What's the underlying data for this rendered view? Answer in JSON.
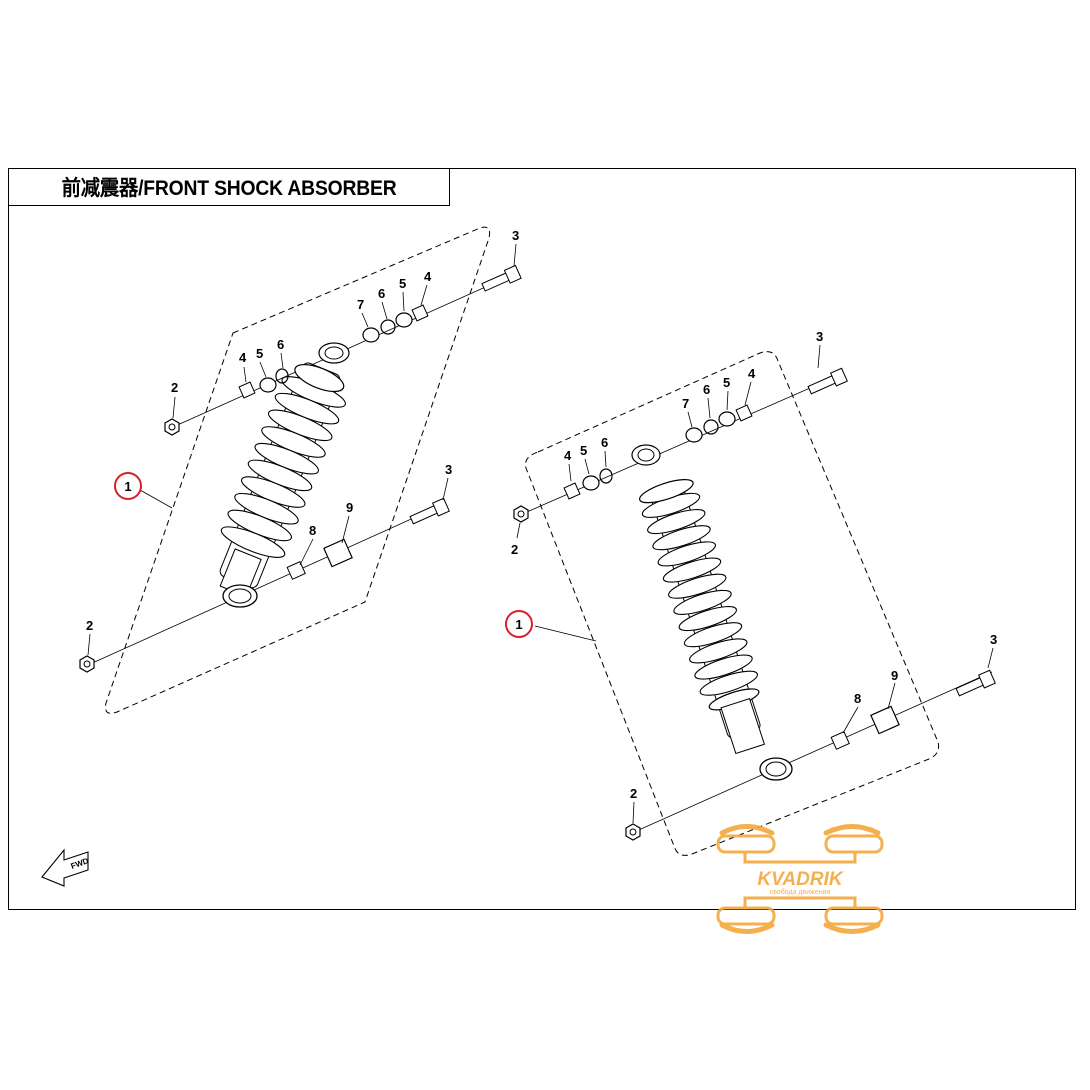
{
  "title": "前减震器/FRONT SHOCK ABSORBER",
  "left_assembly": {
    "callouts": {
      "item_1": "1",
      "item_2_top": "2",
      "item_2_bottom": "2",
      "item_3_top": "3",
      "item_3_bottom": "3",
      "item_4_left": "4",
      "item_4_right": "4",
      "item_5_left": "5",
      "item_5_right": "5",
      "item_6_left": "6",
      "item_6_right": "6",
      "item_7": "7",
      "item_8": "8",
      "item_9": "9"
    }
  },
  "right_assembly": {
    "callouts": {
      "item_1": "1",
      "item_2_top": "2",
      "item_2_bottom": "2",
      "item_3_top": "3",
      "item_3_bottom": "3",
      "item_4_left": "4",
      "item_4_right": "4",
      "item_5_left": "5",
      "item_5_right": "5",
      "item_6_left": "6",
      "item_6_right": "6",
      "item_7": "7",
      "item_8": "8",
      "item_9": "9"
    }
  },
  "fwd_marker": "FWD",
  "watermark": {
    "brand": "KVADRIK",
    "tagline": "свобода движения",
    "color": "#f3a83b"
  },
  "colors": {
    "line": "#000000",
    "callout_circle": "#d9202a"
  }
}
